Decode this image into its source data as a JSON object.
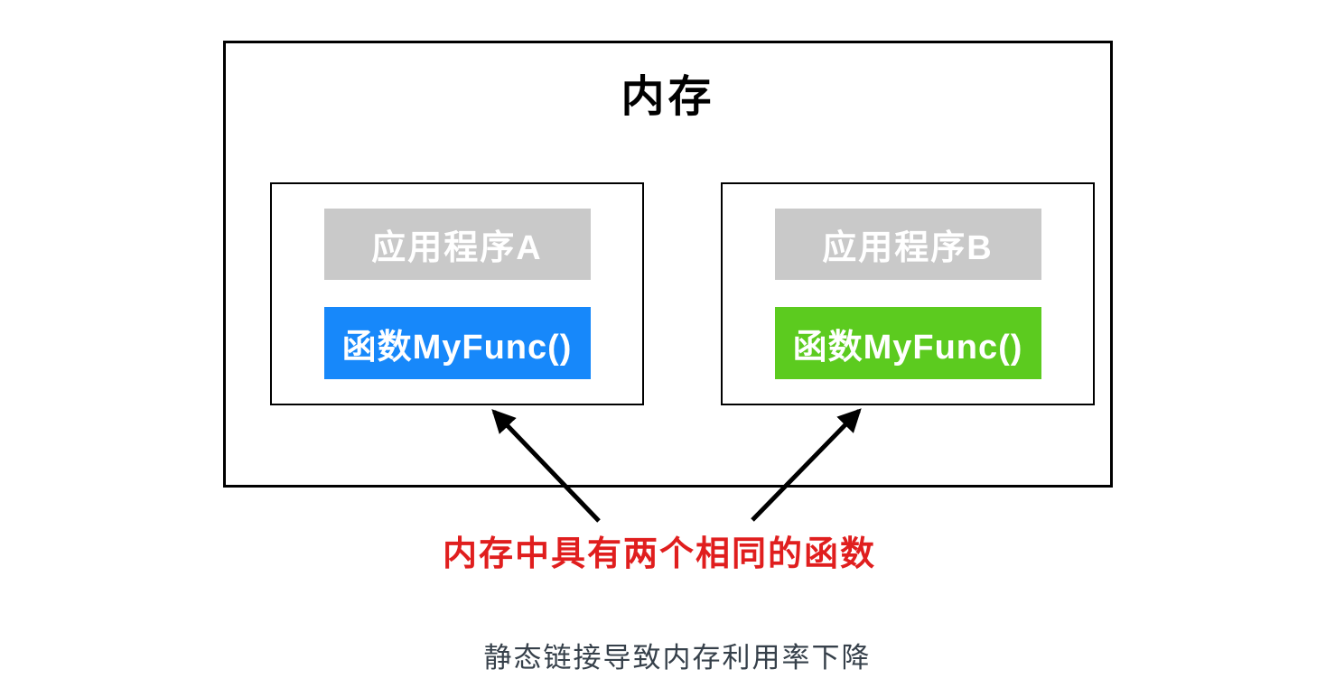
{
  "diagram": {
    "memory_label": "内存",
    "apps": [
      {
        "name": "应用程序A",
        "func_label": "函数MyFunc()",
        "func_bg": "#1788fa"
      },
      {
        "name": "应用程序B",
        "func_label": "函数MyFunc()",
        "func_bg": "#5ccb1f"
      }
    ],
    "annotation": "内存中具有两个相同的函数",
    "caption": "静态链接导致内存利用率下降",
    "colors": {
      "app_header_bg": "#c9c9c9",
      "func_a_bg": "#1788fa",
      "func_b_bg": "#5ccb1f",
      "annotation_color": "#e01e1e",
      "caption_color": "#36404a",
      "box_border": "#000000",
      "arrow": "#000000"
    }
  }
}
